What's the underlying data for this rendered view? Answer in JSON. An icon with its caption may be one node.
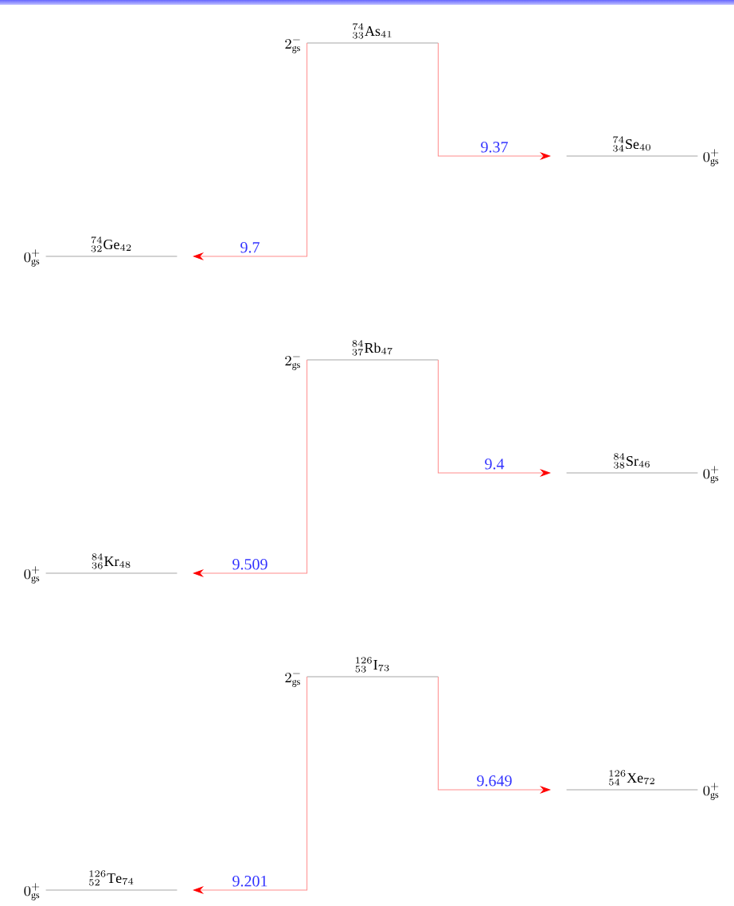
{
  "diagram": {
    "nodes": [
      {
        "text": [
          "{}^{74}_{33}\\mathrm{As}_{41}",
          "2^-_{\\mathrm{gs}}"
        ]
      },
      {
        "text": [
          "{}^{74}_{34}\\mathrm{Se}_{40}",
          "0^+_{\\mathrm{gs}}"
        ]
      },
      {
        "text": [
          "{}^{74}_{32}\\mathrm{Ge}_{42}",
          "0^+_{\\mathrm{gs}}"
        ]
      },
      {
        "text": [
          "{}^{84}_{37}\\mathrm{Rb}_{47}",
          "2^-_{\\mathrm{gs}}"
        ]
      },
      {
        "text": [
          "{}^{84}_{38}\\mathrm{Sr}_{46}",
          "0^+_{\\mathrm{gs}}"
        ]
      },
      {
        "text": [
          "{}^{84}_{36}\\mathrm{Kr}_{48}",
          "0^+_{\\mathrm{gs}}"
        ]
      },
      {
        "text": [
          "{}^{126}_{53}\\mathrm{I}_{73}",
          "2^-_{\\mathrm{gs}}"
        ]
      },
      {
        "text": [
          "{}^{126}_{54}\\mathrm{Xe}_{72}",
          "0^+_{\\mathrm{gs}}"
        ]
      },
      {
        "text": [
          "{}^{126}_{52}\\mathrm{Te}_{74}",
          "0^+_{\\mathrm{gs}}"
        ]
      }
    ],
    "edges": [
      {
        "from": 0,
        "to": 1,
        "arrow": "to",
        "label": "9.37"
      },
      {
        "from": 0,
        "to": 2,
        "arrow": "to",
        "label": "9.7"
      },
      {
        "from": 3,
        "to": 4,
        "arrow": "to",
        "label": "9.4"
      },
      {
        "from": 3,
        "to": 5,
        "arrow": "to",
        "label": "9.509"
      },
      {
        "from": 6,
        "to": 7,
        "arrow": "to",
        "label": "9.649"
      },
      {
        "from": 6,
        "to": 8,
        "arrow": "to",
        "label": "9.201"
      }
    ]
  }
}
